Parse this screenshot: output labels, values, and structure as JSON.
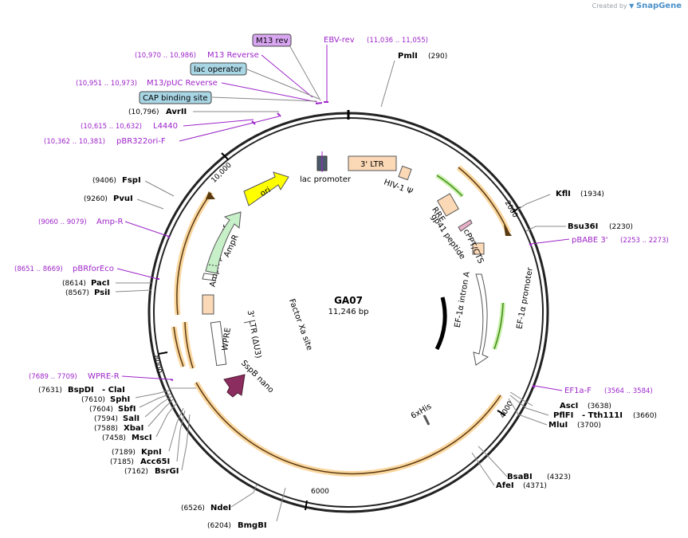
{
  "credit": {
    "text": "Created by",
    "brand": "SnapGene"
  },
  "plasmid": {
    "name": "GA07",
    "size": "11,246 bp"
  },
  "ticks": [
    "2000",
    "4000",
    "6000",
    "8000",
    "10,000"
  ],
  "sites": [
    {
      "name": "PmlI",
      "pos": "(290)"
    },
    {
      "name": "KflI",
      "pos": "(1934)"
    },
    {
      "name": "Bsu36I",
      "pos": "(2230)"
    },
    {
      "name": "AscI",
      "pos": "(3638)"
    },
    {
      "name": "PflFI",
      "pos": "- Tth111I"
    },
    {
      "name": "Tth111I",
      "pos": "(3660)"
    },
    {
      "name": "MluI",
      "pos": "(3700)"
    },
    {
      "name": "BsaBI",
      "pos": "(4323)"
    },
    {
      "name": "AfeI",
      "pos": "(4371)"
    },
    {
      "name": "BmgBI",
      "pos": "(6204)"
    },
    {
      "name": "NdeI",
      "pos": "(6526)"
    },
    {
      "name": "BsrGI",
      "pos": "(7162)"
    },
    {
      "name": "Acc65I",
      "pos": "(7185)"
    },
    {
      "name": "KpnI",
      "pos": "(7189)"
    },
    {
      "name": "MscI",
      "pos": "(7458)"
    },
    {
      "name": "XbaI",
      "pos": "(7588)"
    },
    {
      "name": "SalI",
      "pos": "(7594)"
    },
    {
      "name": "SbfI",
      "pos": "(7604)"
    },
    {
      "name": "SphI",
      "pos": "(7610)"
    },
    {
      "name": "BspDI",
      "pos": "(7631)",
      "extra": "- ClaI"
    },
    {
      "name": "PsiI",
      "pos": "(8567)"
    },
    {
      "name": "PacI",
      "pos": "(8614)"
    },
    {
      "name": "PvuI",
      "pos": "(9260)"
    },
    {
      "name": "FspI",
      "pos": "(9406)"
    },
    {
      "name": "AvrII",
      "pos": "(10,796)"
    }
  ],
  "primers": [
    {
      "name": "EBV-rev",
      "pos": "(11,036 .. 11,055)"
    },
    {
      "name": "M13 Reverse",
      "pos": "(10,970 .. 10,986)"
    },
    {
      "name": "M13/pUC Reverse",
      "pos": "(10,951 .. 10,973)"
    },
    {
      "name": "L4440",
      "pos": "(10,615 .. 10,632)"
    },
    {
      "name": "pBR322ori-F",
      "pos": "(10,362 .. 10,381)"
    },
    {
      "name": "Amp-R",
      "pos": "(9060 .. 9079)"
    },
    {
      "name": "pBRforEco",
      "pos": "(8651 .. 8669)"
    },
    {
      "name": "WPRE-R",
      "pos": "(7689 .. 7709)"
    },
    {
      "name": "pBABE 3'",
      "pos": "(2253 .. 2273)"
    },
    {
      "name": "EF1a-F",
      "pos": "(3564 .. 3584)"
    }
  ],
  "boxes": [
    "M13 rev",
    "lac operator",
    "CAP binding site"
  ],
  "features": {
    "lac_promoter": "lac promoter",
    "ltr3": "3' LTR",
    "hiv_psi": "HIV-1 Ψ",
    "rre": "RRE",
    "gp41": "gp41 peptide",
    "cppt": "cPPT/CTS",
    "ef1a_intron": "EF-1α intron A",
    "ef1a_promoter": "EF-1α promoter",
    "his": "6xHis",
    "sspb": "SspB nano",
    "wpre": "WPRE",
    "ltr_d": "3' LTR (ΔU3)",
    "factor_xa": "Factor Xa site",
    "ampr_promoter": "AmpR promoter",
    "ampr": "AmpR",
    "ori": "ori"
  },
  "colors": {
    "primer": "#9d25c9",
    "orf": "#f5a623",
    "promoter_green": "#5cb82a",
    "ltr_fill": "#fcd9b6",
    "ampr_fill": "#c7f0c8",
    "ori_fill": "#ffff00",
    "sspb_fill": "#8b2d5e",
    "lac_box": "#a9d6e5",
    "m13_box": "#d9a6f2"
  }
}
